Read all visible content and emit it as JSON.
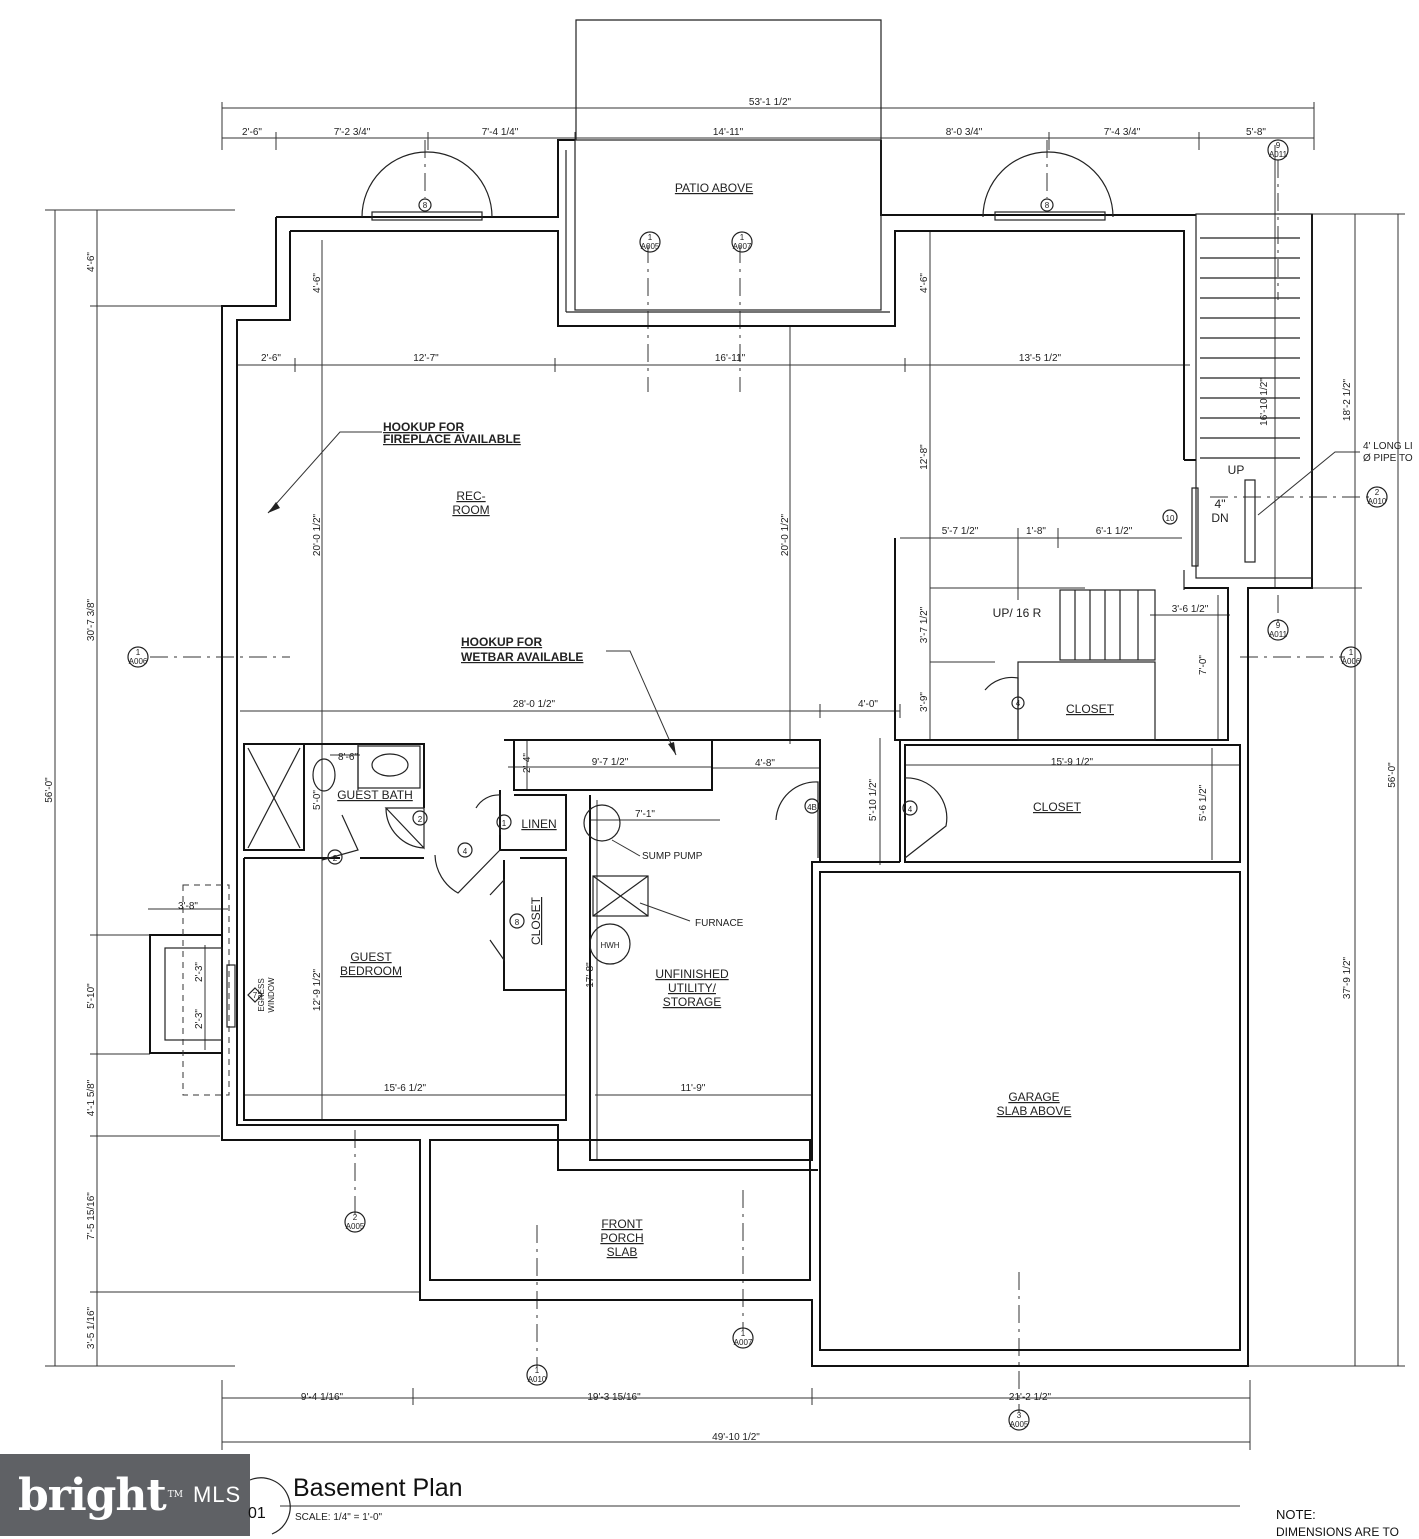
{
  "brand": {
    "logo_text": "bright",
    "logo_suffix": "MLS",
    "trademark": "TM"
  },
  "title_block": {
    "title": "Basement Plan",
    "sheet_ref": "01",
    "scale": "SCALE: 1/4\"  =  1'-0\"",
    "note_label": "NOTE:",
    "note_text": "DIMENSIONS ARE TO"
  },
  "rooms": {
    "patio": "PATIO ABOVE",
    "rec_1": "REC-",
    "rec_2": "ROOM",
    "guest_bath": "GUEST BATH",
    "linen": "LINEN",
    "closet_a": "CLOSET",
    "closet_b": "CLOSET",
    "closet_c": "CLOSET",
    "guest_bed_1": "GUEST",
    "guest_bed_2": "BEDROOM",
    "utility_1": "UNFINISHED",
    "utility_2": "UTILITY/",
    "utility_3": "STORAGE",
    "garage_1": "GARAGE",
    "garage_2": "SLAB ABOVE",
    "porch_1": "FRONT",
    "porch_2": "PORCH",
    "porch_3": "SLAB"
  },
  "notes": {
    "fireplace_1": "HOOKUP FOR",
    "fireplace_2": "FIREPLACE AVAILABLE",
    "wetbar_1": "HOOKUP FOR",
    "wetbar_2": "WETBAR AVAILABLE",
    "sump": "SUMP PUMP",
    "furnace": "FURNACE",
    "hwh": "HWH",
    "up": "UP",
    "dn_1": "4\"",
    "dn_2": "DN",
    "stairs": "UP/ 16 R",
    "egress": "EGRESS",
    "window": "WINDOW",
    "pipe_1": "4' LONG LI",
    "pipe_2": "Ø PIPE TO"
  },
  "dimensions": {
    "overall_top": "53'-1 1/2\"",
    "t1": "2'-6\"",
    "t2": "7'-2 3/4\"",
    "t3": "7'-4 1/4\"",
    "t4": "14'-11\"",
    "t5": "8'-0 3/4\"",
    "t6": "7'-4 3/4\"",
    "t7": "5'-8\"",
    "r1": "2'-6\"",
    "r2": "12'-7\"",
    "r3": "16'-11\"",
    "r4": "13'-5 1/2\"",
    "rec_w": "28'-0 1/2\"",
    "rec_h1": "20'-0 1/2\"",
    "rec_h2": "20'-0 1/2\"",
    "bump_l": "4'-6\"",
    "bump_r": "4'-6\"",
    "c1": "5'-7 1/2\"",
    "c2": "1'-8\"",
    "c3": "6'-1 1/2\"",
    "c4": "3'-6 1/2\"",
    "c5": "3'-7 1/2\"",
    "c6": "3'-9\"",
    "c7": "7'-0\"",
    "c8": "4'-0\"",
    "c9": "12'-8\"",
    "stair_h": "16'-10 1/2\"",
    "right_h": "18'-2 1/2\"",
    "bath": "8'-6\"",
    "bath_h": "5'-0\"",
    "lin_w": "9'-7 1/2\"",
    "lin_h": "2'-4\"",
    "hall": "4'-8\"",
    "hall_h": "5'-10 1/2\"",
    "util_w": "7'-1\"",
    "closet_w": "15'-9 1/2\"",
    "closet_h": "5'-6 1/2\"",
    "bed_w": "15'-6 1/2\"",
    "bed_h": "12'-9 1/2\"",
    "util_w2": "11'-9\"",
    "util_h": "17'-8\"",
    "garage_h": "37'-9 1/2\"",
    "win_w": "3'-8\"",
    "win_a": "2'-3\"",
    "win_b": "2'-3\"",
    "l1": "4'-6\"",
    "l2": "30'-7 3/8\"",
    "l3": "5'-10\"",
    "l4": "4'-1 5/8\"",
    "l5": "7'-5 15/16\"",
    "l6": "3'-5 1/16\"",
    "overall_left": "56'-0\"",
    "overall_right": "56'-0\"",
    "b1": "9'-4 1/16\"",
    "b2": "19'-3 15/16\"",
    "b3": "21'-2 1/2\"",
    "overall_bottom": "49'-10 1/2\""
  },
  "tags": {
    "door_8": "8",
    "door_2": "2",
    "door_4": "4",
    "door_1": "1",
    "door_4b": "4B",
    "door_10": "10",
    "door_8b": "8",
    "win_7": "7",
    "sec_num": "1",
    "sec_a005": "A005",
    "sec_a007": "A007",
    "sec_a006": "A006",
    "sec_a010": "A010",
    "sec_a011": "A011",
    "sec_num2": "2",
    "sec_num3": "3",
    "sec_num9": "9"
  }
}
